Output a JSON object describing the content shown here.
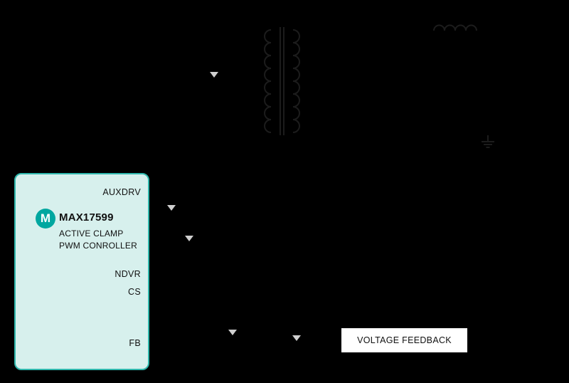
{
  "canvas": {
    "background_color": "#000000"
  },
  "ic": {
    "logo_letter": "M",
    "part_number": "MAX17599",
    "subtitle_line1": "ACTIVE CLAMP",
    "subtitle_line2": "PWM CONROLLER",
    "fill_color": "#d7f0ed",
    "border_color": "#2fb8ad",
    "logo_color": "#00a7a0",
    "pins": [
      {
        "label": "AUXDRV"
      },
      {
        "label": "NDVR"
      },
      {
        "label": "CS"
      },
      {
        "label": "FB"
      }
    ]
  },
  "feedback": {
    "label": "VOLTAGE FEEDBACK",
    "fill_color": "#ffffff",
    "border_color": "#000000"
  },
  "schematic": {
    "trace_color": "#1c1c1c",
    "marker_color": "#cfcfcf",
    "symbols": [
      "transformer",
      "output-inductor",
      "ground",
      "arrow-marker",
      "arrow-marker",
      "arrow-marker",
      "arrow-marker",
      "arrow-marker"
    ]
  }
}
